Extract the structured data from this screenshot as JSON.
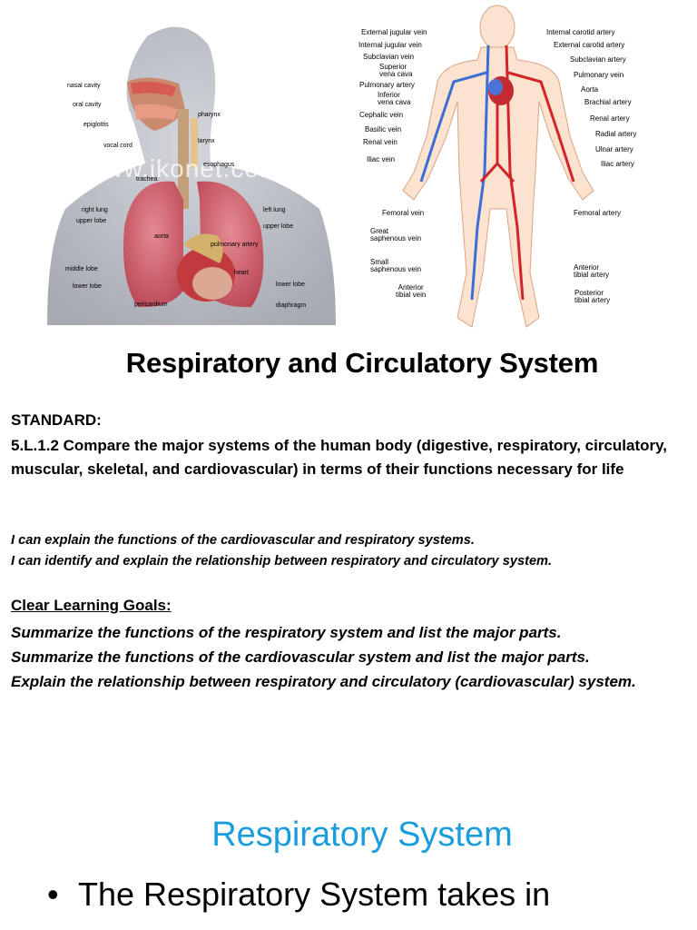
{
  "respiratory_figure": {
    "watermark": "www.ikonet.com",
    "labels": {
      "nasal_cavity": "nasal cavity",
      "oral_cavity": "oral cavity",
      "epiglottis": "epiglottis",
      "vocal_cord": "vocal cord",
      "pharynx": "pharynx",
      "larynx": "larynx",
      "esophagus": "esophagus",
      "trachea": "trachea",
      "right_lung": "right lung",
      "upper_lobe_right": "upper lobe",
      "left_lung": "left lung",
      "upper_lobe_left": "upper lobe",
      "aorta": "aorta",
      "pulmonary_artery": "pulmonary artery",
      "middle_lobe": "middle lobe",
      "heart": "heart",
      "lower_lobe_right": "lower lobe",
      "lower_lobe_left": "lower lobe",
      "pericardium": "pericardium",
      "diaphragm": "diaphragm"
    }
  },
  "circulatory_figure": {
    "left_labels": [
      "External jugular vein",
      "Internal jugular vein",
      "Subclavian vein",
      "Superior\nvena cava",
      "Pulmonary artery",
      "Inferior\nvena cava",
      "Cephalic vein",
      "Basilic vein",
      "Renal vein",
      "Iliac vein",
      "Femoral vein",
      "Great\nsaphenous vein",
      "Small\nsaphenous vein",
      "Anterior\ntibial vein"
    ],
    "right_labels": [
      "Internal carotid artery",
      "External carotid artery",
      "Subclavian artery",
      "Pulmonary vein",
      "Aorta",
      "Brachial artery",
      "Renal artery",
      "Radial artery",
      "Ulnar artery",
      "Iliac artery",
      "Femoral artery",
      "Anterior\ntibial artery",
      "Posterior\ntibial artery"
    ]
  },
  "title": "Respiratory and Circulatory System",
  "standard": {
    "heading": "STANDARD:",
    "text": "5.L.1.2  Compare the major systems of the human body (digestive, respiratory, circulatory, muscular, skeletal, and cardiovascular) in terms of their functions necessary for life"
  },
  "i_can": [
    "I can explain the functions of the cardiovascular and respiratory systems.",
    "I can identify and explain the relationship between respiratory and circulatory system."
  ],
  "goals": {
    "heading": "Clear Learning Goals:",
    "items": [
      "Summarize the functions of the respiratory system and list the major parts.",
      "Summarize the functions of the cardiovascular system and list the major parts.",
      "Explain the relationship between respiratory and circulatory (cardiovascular) system."
    ]
  },
  "section_title": "Respiratory System",
  "bullet_text": "The Respiratory System takes in"
}
